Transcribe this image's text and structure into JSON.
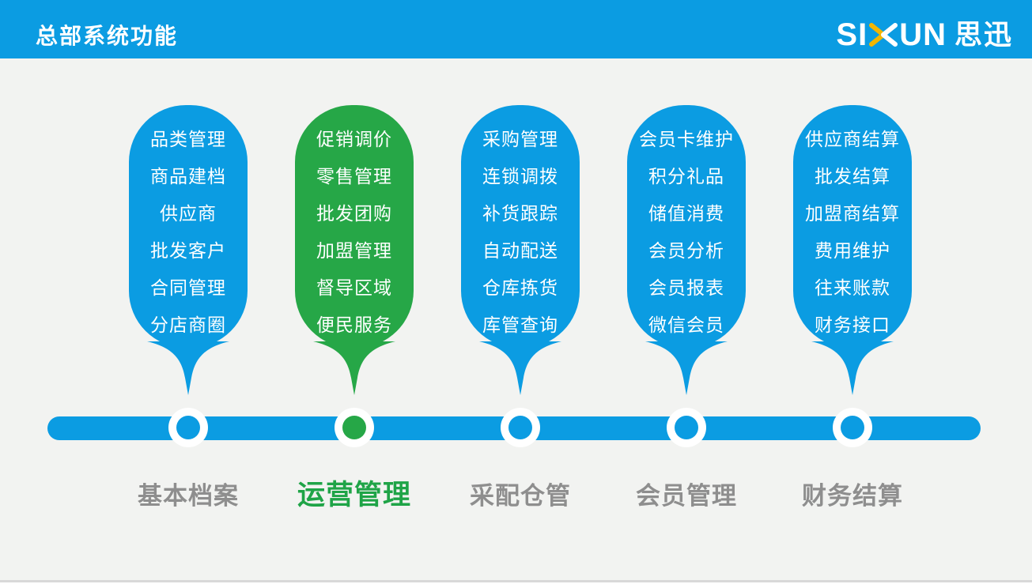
{
  "header": {
    "title": "总部系统功能",
    "logo": {
      "prefix": "SI",
      "suffix": "UN",
      "cjk": "思迅"
    }
  },
  "colors": {
    "blue": "#0b9ce2",
    "green": "#26a747",
    "label_gray": "#8e8e8e",
    "label_green": "#1fa447",
    "gold": "#f3b600",
    "bg": "#f2f3f1",
    "rule": "#d8d8d8"
  },
  "stages": [
    {
      "label": "基本档案",
      "theme": "blue",
      "items": [
        "品类管理",
        "商品建档",
        "供应商",
        "批发客户",
        "合同管理",
        "分店商圈"
      ]
    },
    {
      "label": "运营管理",
      "theme": "green",
      "items": [
        "促销调价",
        "零售管理",
        "批发团购",
        "加盟管理",
        "督导区域",
        "便民服务"
      ]
    },
    {
      "label": "采配仓管",
      "theme": "blue",
      "items": [
        "采购管理",
        "连锁调拨",
        "补货跟踪",
        "自动配送",
        "仓库拣货",
        "库管查询"
      ]
    },
    {
      "label": "会员管理",
      "theme": "blue",
      "items": [
        "会员卡维护",
        "积分礼品",
        "储值消费",
        "会员分析",
        "会员报表",
        "微信会员"
      ]
    },
    {
      "label": "财务结算",
      "theme": "blue",
      "items": [
        "供应商结算",
        "批发结算",
        "加盟商结算",
        "费用维护",
        "往来账款",
        "财务接口"
      ]
    }
  ]
}
